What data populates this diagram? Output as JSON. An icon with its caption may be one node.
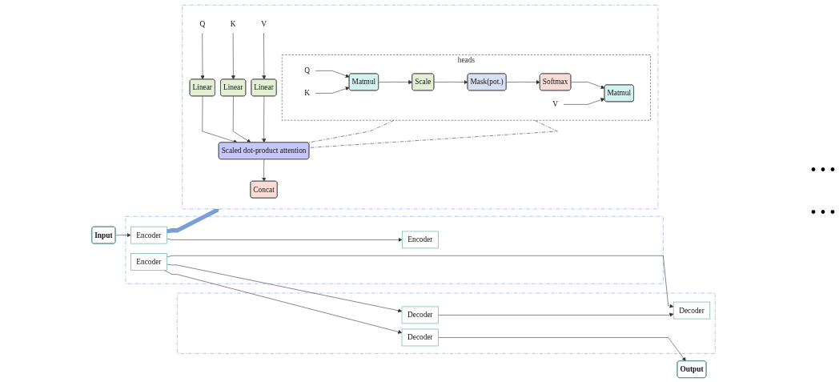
{
  "diagram": {
    "nodes": [
      {
        "text": [],
        "shape": "box"
      },
      {
        "text": [
          "heads"
        ],
        "in": 0
      },
      {
        "text": [
          "Matmul"
        ],
        "in": 1
      },
      {
        "text": [
          "Softmax"
        ],
        "in": 1
      },
      {
        "text": [
          "Mask(pot.)"
        ],
        "in": 1
      },
      {
        "text": [
          "Scale"
        ],
        "in": 1
      },
      {
        "text": [
          "Matmul"
        ],
        "in": 1
      },
      {
        "text": [
          "Q"
        ],
        "in": 1
      },
      {
        "text": [
          "K"
        ],
        "in": 1
      },
      {
        "text": [
          "V"
        ],
        "in": 1
      },
      {
        "text": [
          "Concat"
        ],
        "in": 0
      },
      {
        "text": [
          "Scaled dot-product attention"
        ],
        "in": 0
      },
      {
        "text": [
          "Linear"
        ],
        "in": 0
      },
      {
        "text": [
          "Linear"
        ],
        "in": 0
      },
      {
        "text": [
          "Linear"
        ],
        "in": 0
      },
      {
        "text": [
          "Q"
        ],
        "in": 0
      },
      {
        "text": [
          "K"
        ],
        "in": 0
      },
      {
        "text": [
          "V"
        ],
        "in": 0
      },
      {
        "text": [
          "Output"
        ]
      },
      {
        "text": [],
        "shape": "box"
      },
      {
        "text": [
          "Encoder"
        ],
        "in": 19
      },
      {
        "text": [
          "Encoder"
        ],
        "in": 19
      },
      {
        "text": [
          "Encoder"
        ],
        "in": 19
      },
      {
        "text": [],
        "shape": "box"
      },
      {
        "text": [
          "Decoder"
        ],
        "in": 23
      },
      {
        "text": [
          "Decoder"
        ],
        "in": 23
      },
      {
        "text": [
          "Decoder"
        ],
        "in": 23
      },
      {
        "text": [
          "Input"
        ]
      }
    ],
    "edges": [
      {
        "from": 7,
        "to": 6,
        "arrow": "to"
      },
      {
        "from": 8,
        "to": 6,
        "arrow": "to"
      },
      {
        "from": 6,
        "to": 5,
        "arrow": "to"
      },
      {
        "from": 5,
        "to": 4,
        "arrow": "to"
      },
      {
        "from": 4,
        "to": 3,
        "arrow": "to"
      },
      {
        "from": 3,
        "to": 2,
        "arrow": "to"
      },
      {
        "from": 9,
        "to": 2,
        "arrow": "to"
      },
      {
        "from": 1,
        "to": 11,
        "arrow": "none",
        "style": "dashed"
      },
      {
        "from": 1,
        "to": 11,
        "arrow": "none",
        "style": "dashed"
      },
      {
        "from": 15,
        "to": 12,
        "arrow": "to"
      },
      {
        "from": 16,
        "to": 13,
        "arrow": "to"
      },
      {
        "from": 17,
        "to": 14,
        "arrow": "to"
      },
      {
        "from": 12,
        "to": 11,
        "arrow": "to"
      },
      {
        "from": 13,
        "to": 11,
        "arrow": "to"
      },
      {
        "from": 14,
        "to": 11,
        "arrow": "to"
      },
      {
        "from": 11,
        "to": 10,
        "arrow": "to"
      },
      {
        "from": 22,
        "to": 0,
        "arrow": "to",
        "style": "thick",
        "color": "#7a9fd8"
      },
      {
        "from": 27,
        "to": 22,
        "arrow": "to"
      },
      {
        "from": 22,
        "to": 21,
        "arrow": "to"
      },
      {
        "from": 20,
        "to": 24,
        "arrow": "to"
      },
      {
        "from": 20,
        "to": 25,
        "arrow": "to"
      },
      {
        "from": 20,
        "to": 26,
        "arrow": "to"
      },
      {
        "from": 26,
        "to": 25,
        "arrow": "to"
      },
      {
        "from": 24,
        "to": 18,
        "arrow": "to"
      }
    ],
    "labels": [
      "• • •",
      "• • •"
    ]
  }
}
